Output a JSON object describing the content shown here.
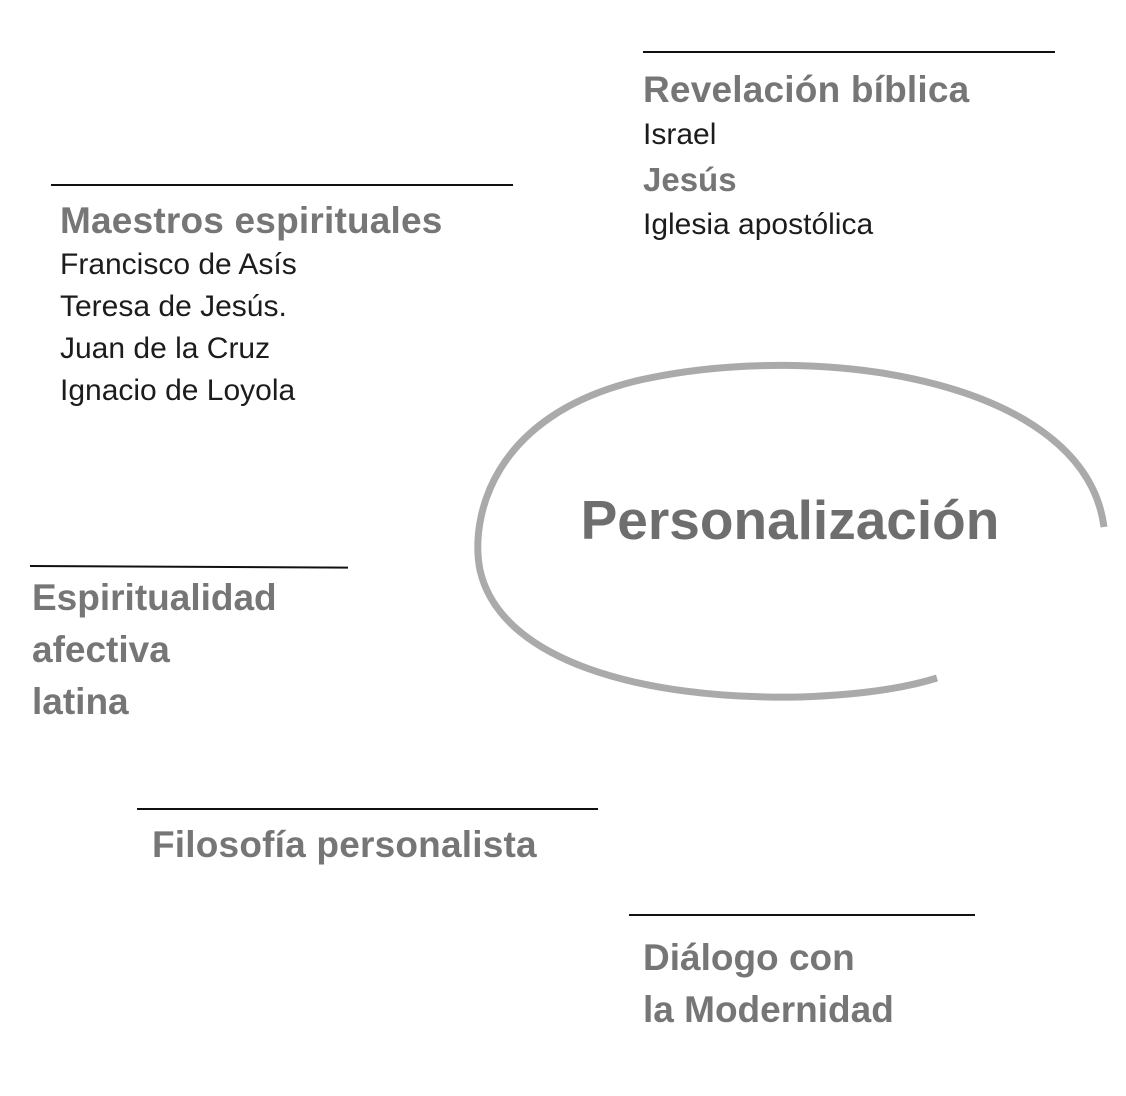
{
  "center": {
    "label": "Personalización",
    "ring_color": "#aaaaaa"
  },
  "colors": {
    "heading": "#767676",
    "item": "#1c1c1c",
    "rule": "#111111"
  },
  "sources": {
    "revelacion": {
      "heading": "Revelación bíblica",
      "items": [
        "Israel",
        "Jesús",
        "Iglesia apostólica"
      ]
    },
    "maestros": {
      "heading": "Maestros espirituales",
      "items": [
        "Francisco de Asís",
        "Teresa de Jesús.",
        "Juan de la Cruz",
        "Ignacio de Loyola"
      ]
    },
    "espiritualidad": {
      "lines": [
        "Espiritualidad",
        "afectiva",
        "latina"
      ]
    },
    "filosofia": {
      "heading": "Filosofía personalista"
    },
    "dialogo": {
      "lines": [
        "Diálogo con",
        "la Modernidad"
      ]
    }
  }
}
